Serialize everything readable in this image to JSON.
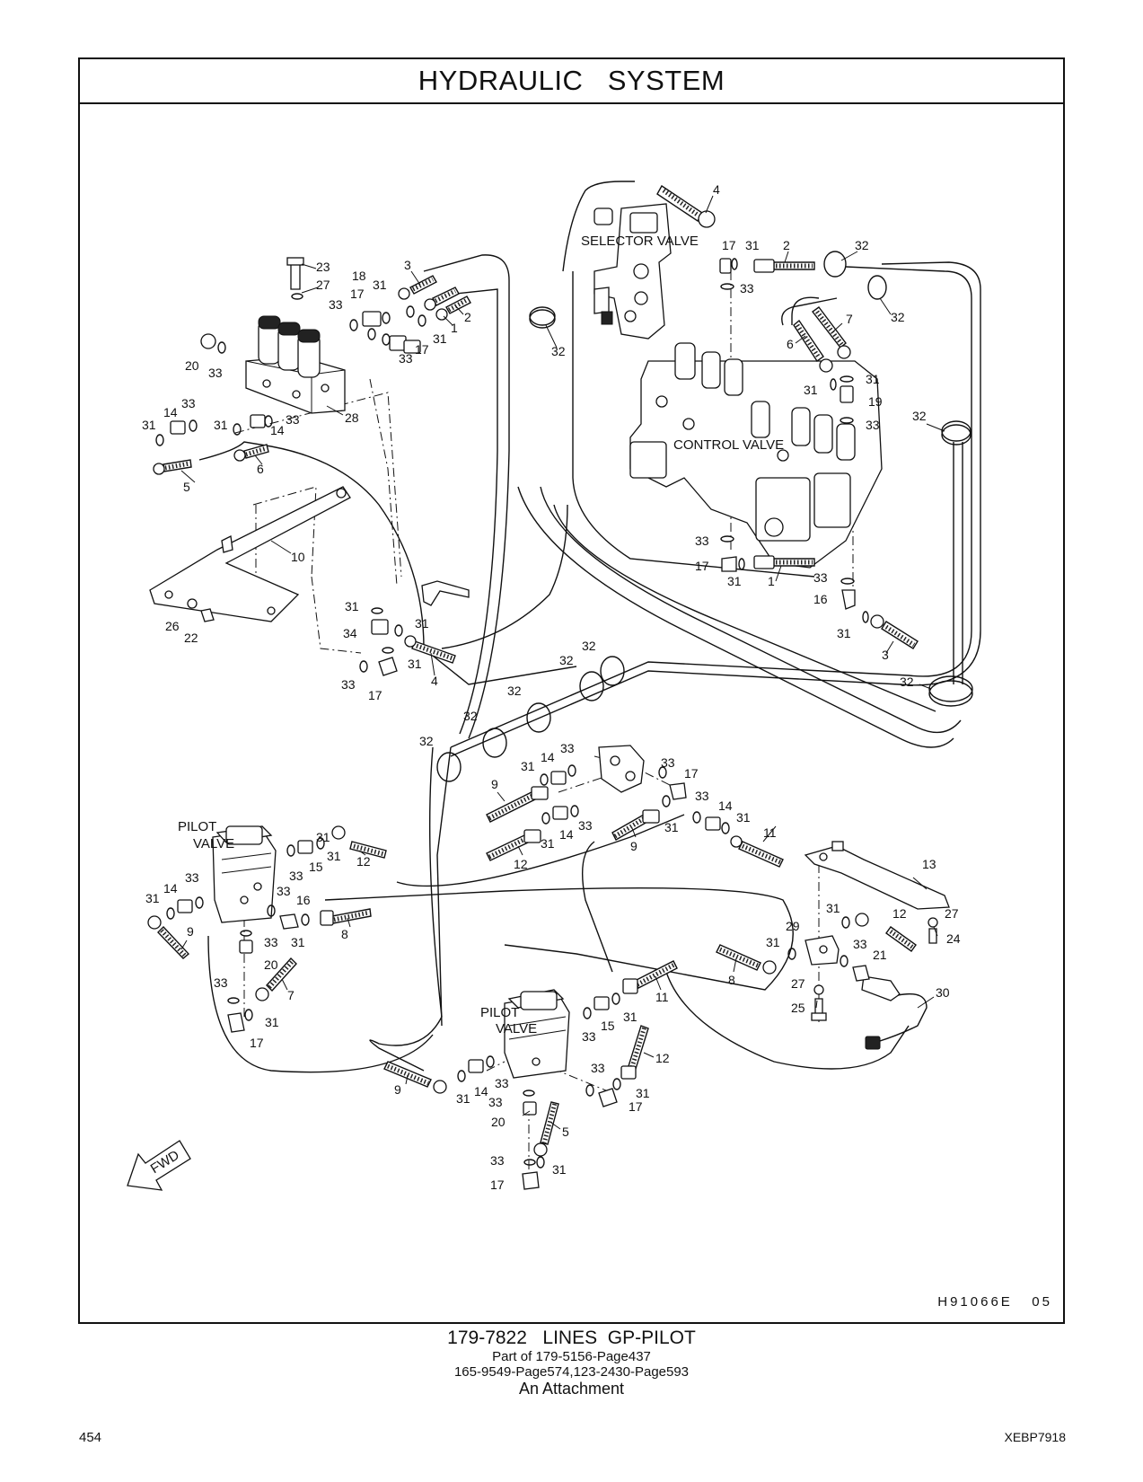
{
  "header": {
    "title": "HYDRAULIC   SYSTEM"
  },
  "diagram": {
    "component_labels": {
      "selector_valve": "SELECTOR VALVE",
      "control_valve": "CONTROL VALVE",
      "pilot_valve_left": [
        "PILOT",
        "VALVE"
      ],
      "pilot_valve_right": [
        "PILOT",
        "VALVE"
      ]
    },
    "fwd_arrow": "FWD",
    "drawing_code": "H91066E   05",
    "callouts": [
      "1",
      "2",
      "3",
      "4",
      "5",
      "6",
      "7",
      "8",
      "9",
      "10",
      "11",
      "12",
      "13",
      "14",
      "15",
      "16",
      "17",
      "18",
      "19",
      "20",
      "21",
      "22",
      "23",
      "24",
      "25",
      "26",
      "27",
      "28",
      "29",
      "30",
      "31",
      "32",
      "33",
      "34"
    ]
  },
  "caption": {
    "title": "179-7822   LINES  GP-PILOT",
    "line1": "Part of 179-5156-Page437",
    "line2": "165-9549-Page574,123-2430-Page593",
    "line3": "An Attachment"
  },
  "footer": {
    "page_number": "454",
    "doc_code": "XEBP7918"
  }
}
